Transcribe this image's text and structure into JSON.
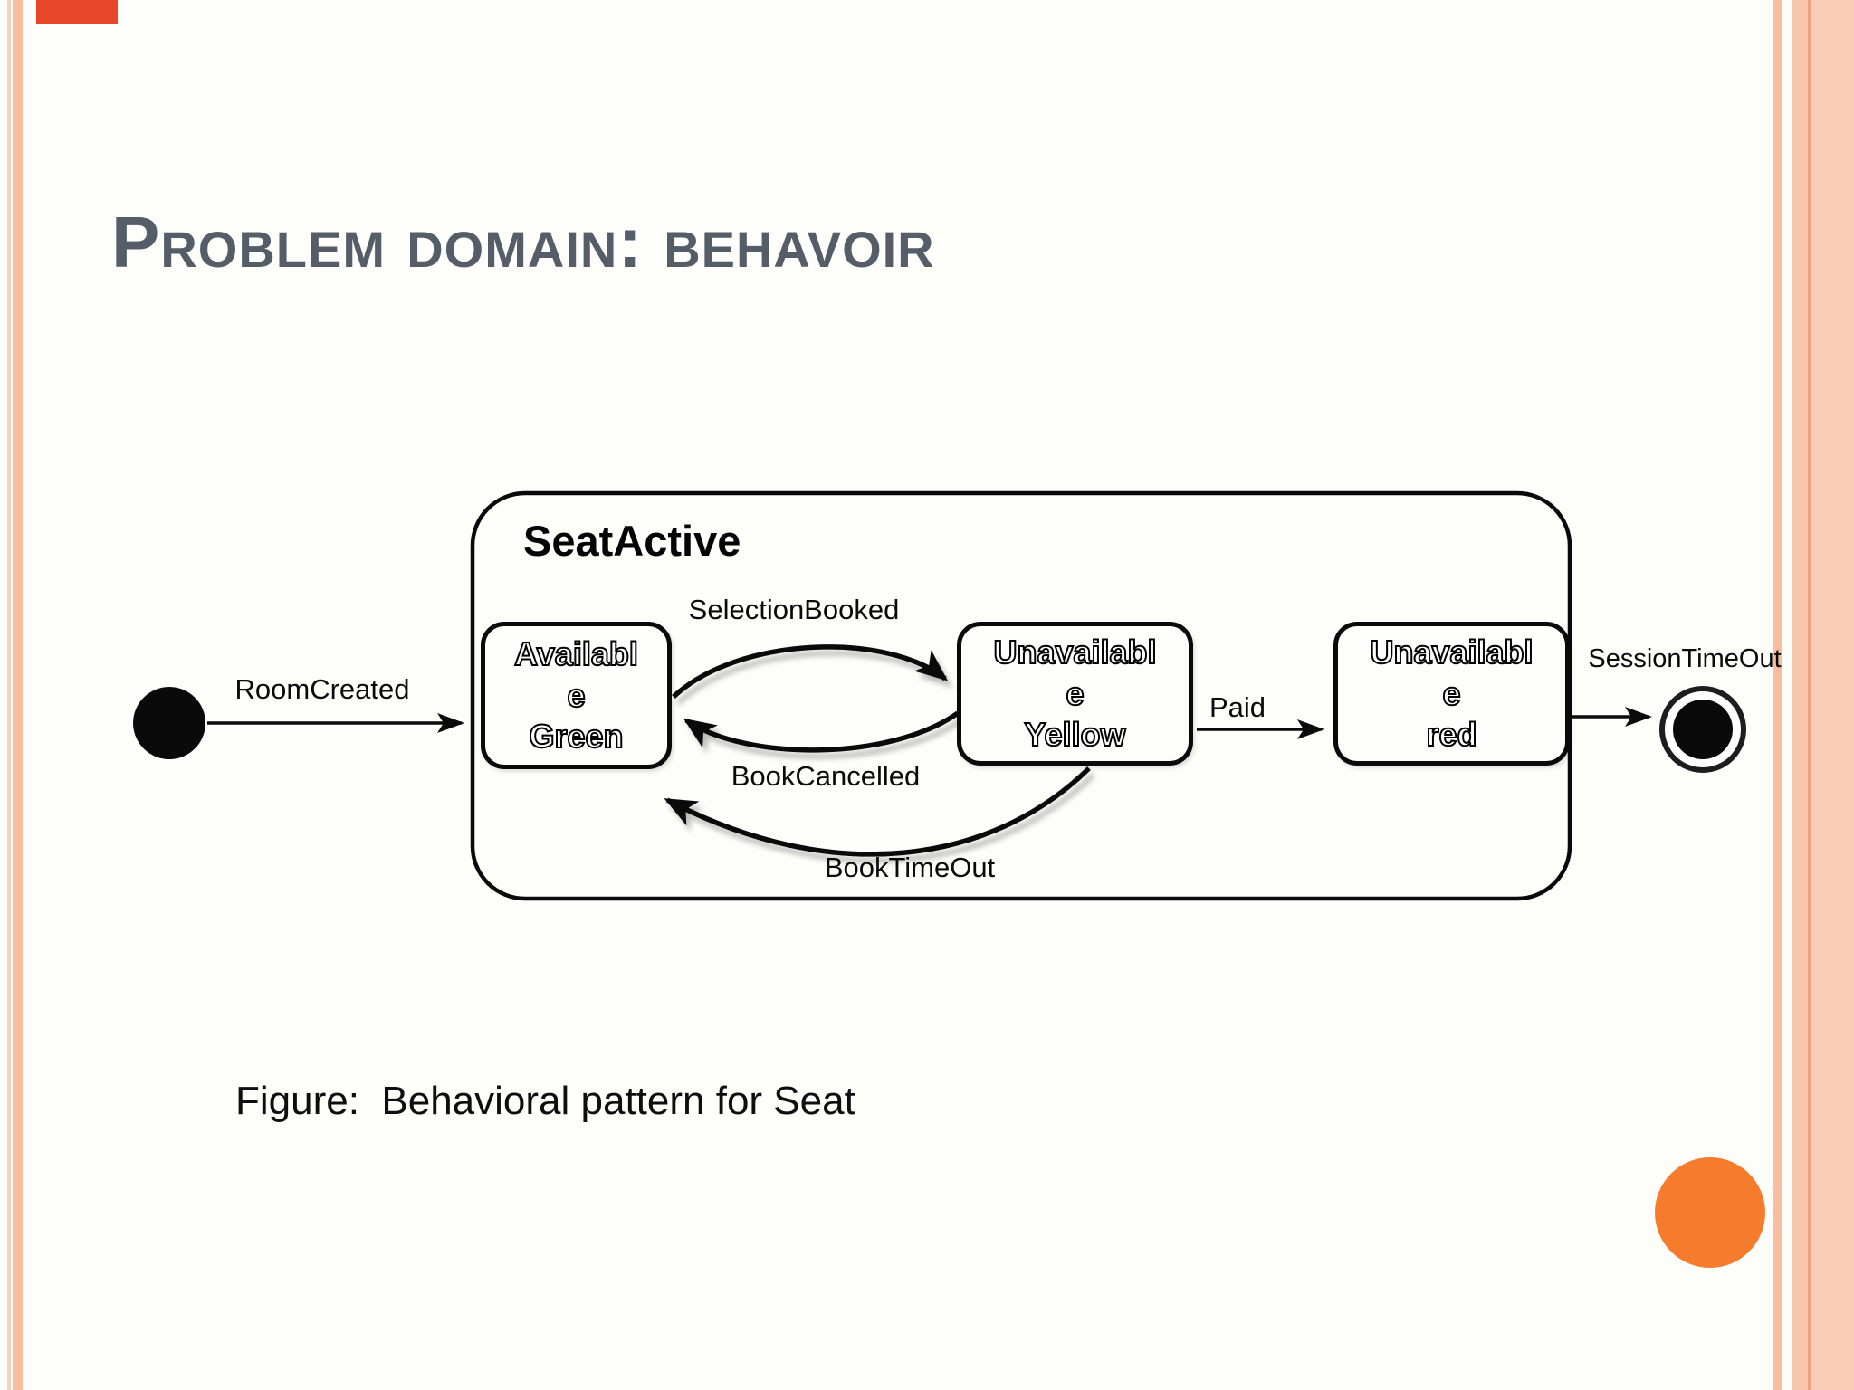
{
  "slide": {
    "title": "Problem domain: behavoir",
    "caption": "Figure:  Behavioral pattern for Seat"
  },
  "theme": {
    "accent_orange": "#F57B2D",
    "accent_red_bar": "#E8472B",
    "border_salmon": "#F6BD9F",
    "title_color": "#555D68",
    "line_color": "#0A0A0A"
  },
  "diagram": {
    "composite_state": {
      "label": "SeatActive"
    },
    "states": [
      {
        "id": "available-green",
        "lines": [
          "Availabl",
          "e",
          "Green"
        ]
      },
      {
        "id": "unavailable-yellow",
        "lines": [
          "Unavailabl",
          "e",
          "Yellow"
        ]
      },
      {
        "id": "unavailable-red",
        "lines": [
          "Unavailabl",
          "e",
          "red"
        ]
      }
    ],
    "transitions": [
      {
        "label": "RoomCreated"
      },
      {
        "label": "SelectionBooked"
      },
      {
        "label": "BookCancelled"
      },
      {
        "label": "BookTimeOut"
      },
      {
        "label": "Paid"
      },
      {
        "label": "SessionTimeOut"
      }
    ]
  }
}
